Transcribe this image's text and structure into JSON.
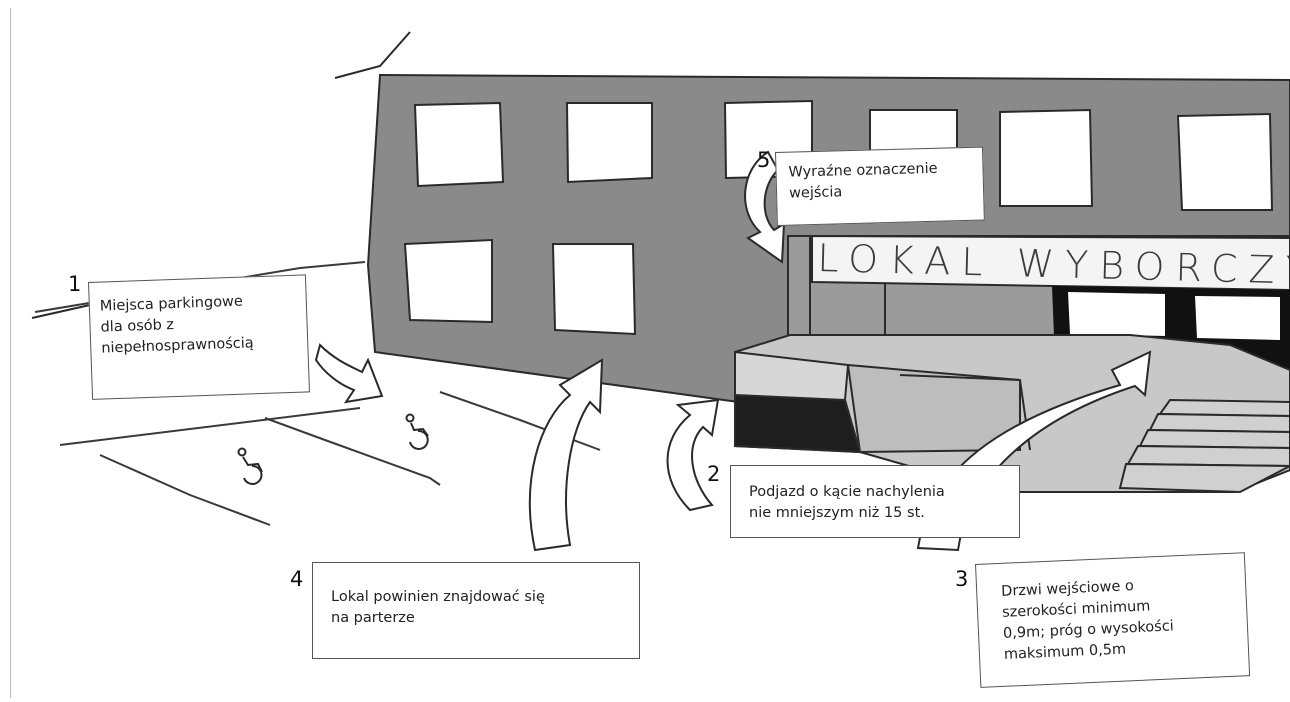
{
  "sign": {
    "text": "LOKAL WYBORCZY N"
  },
  "callouts": [
    {
      "number": "1",
      "text": "Miejsca parkingowe\ndla osób z\nniepełnosprawnością"
    },
    {
      "number": "2",
      "text": "Podjazd o kącie nachylenia\nnie mniejszym niż 15 st."
    },
    {
      "number": "3",
      "text": "Drzwi wejściowe o\nszerokości minimum\n0,9m; próg o wysokości\nmaksimum 0,5m"
    },
    {
      "number": "4",
      "text": "Lokal powinien znajdować się\nna parterze"
    },
    {
      "number": "5",
      "text": "Wyraźne oznaczenie\nwejścia"
    }
  ],
  "icons": [
    "wheelchair-icon",
    "wheelchair-icon"
  ],
  "colors": {
    "facade": "#8a8a8a",
    "window": "#ffffff",
    "outline": "#2a2a2a",
    "ramp_side": "#1e1e1e",
    "ramp_top": "#cfcfcf",
    "door": "#111111"
  }
}
